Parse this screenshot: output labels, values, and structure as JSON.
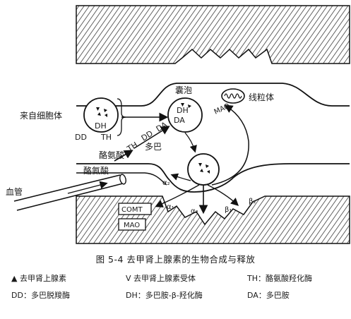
{
  "labels": {
    "from_cell_body": "来自细胞体",
    "vesicle": "囊泡",
    "mitochondria": "线粒体",
    "mao_top": "MAO",
    "dh_soma": "DH",
    "dd_soma": "DD",
    "th_soma": "TH",
    "dh_vesicle": "DH",
    "da_vesicle": "DA",
    "tyrosine_upper": "酪氨酸",
    "tyrosine_lower": "酪氨酸",
    "blood_vessel": "血管",
    "th_path": "TH",
    "dd_path": "DD",
    "da_path": "DA",
    "dopamine_path": "多巴",
    "comt": "COMT",
    "mao_bottom": "MAO",
    "alpha1": "α₁",
    "alpha2_pre": "α₂",
    "alpha2_post": "α₂",
    "beta1": "β₁",
    "beta2": "β₂"
  },
  "caption": "图 5-4    去甲肾上腺素的生物合成与释放",
  "legend": [
    {
      "symbol": "▲",
      "text": "去甲肾上腺素"
    },
    {
      "symbol": "V",
      "text": "去甲肾上腺素受体"
    },
    {
      "symbol": "",
      "text": "TH：酪氨酸羟化酶"
    },
    {
      "symbol": "",
      "text": "DD：多巴脱羧酶"
    },
    {
      "symbol": "",
      "text": "DH：多巴胺-β-羟化酶"
    },
    {
      "symbol": "",
      "text": "DA：多巴胺"
    }
  ]
}
